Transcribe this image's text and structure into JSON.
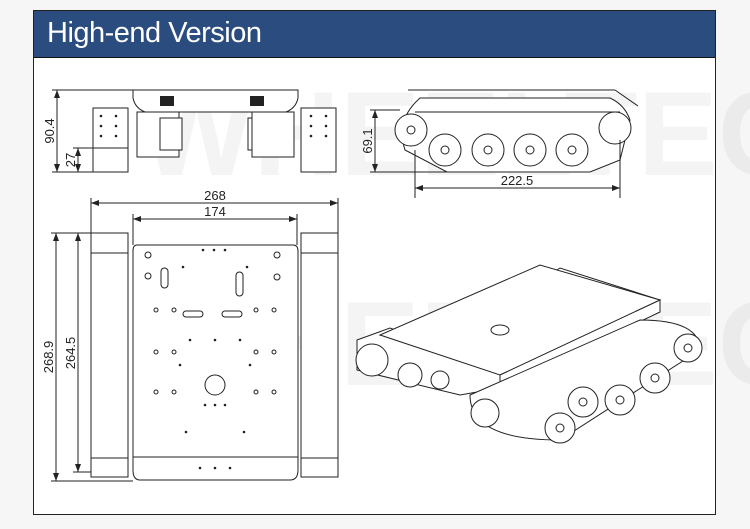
{
  "header": {
    "title": "High-end Version"
  },
  "watermark": "WHEELTEC",
  "front_view": {
    "height_label": "90.4",
    "track_height_label": "27"
  },
  "side_view": {
    "height_label": "69.1",
    "length_label": "222.5"
  },
  "top_view": {
    "overall_width_label": "268",
    "plate_width_label": "174",
    "overall_length_label": "268.9",
    "plate_length_label": "264.5"
  },
  "colors": {
    "header_bg": "#2b4c7e",
    "header_text": "#ffffff",
    "line": "#222222"
  }
}
